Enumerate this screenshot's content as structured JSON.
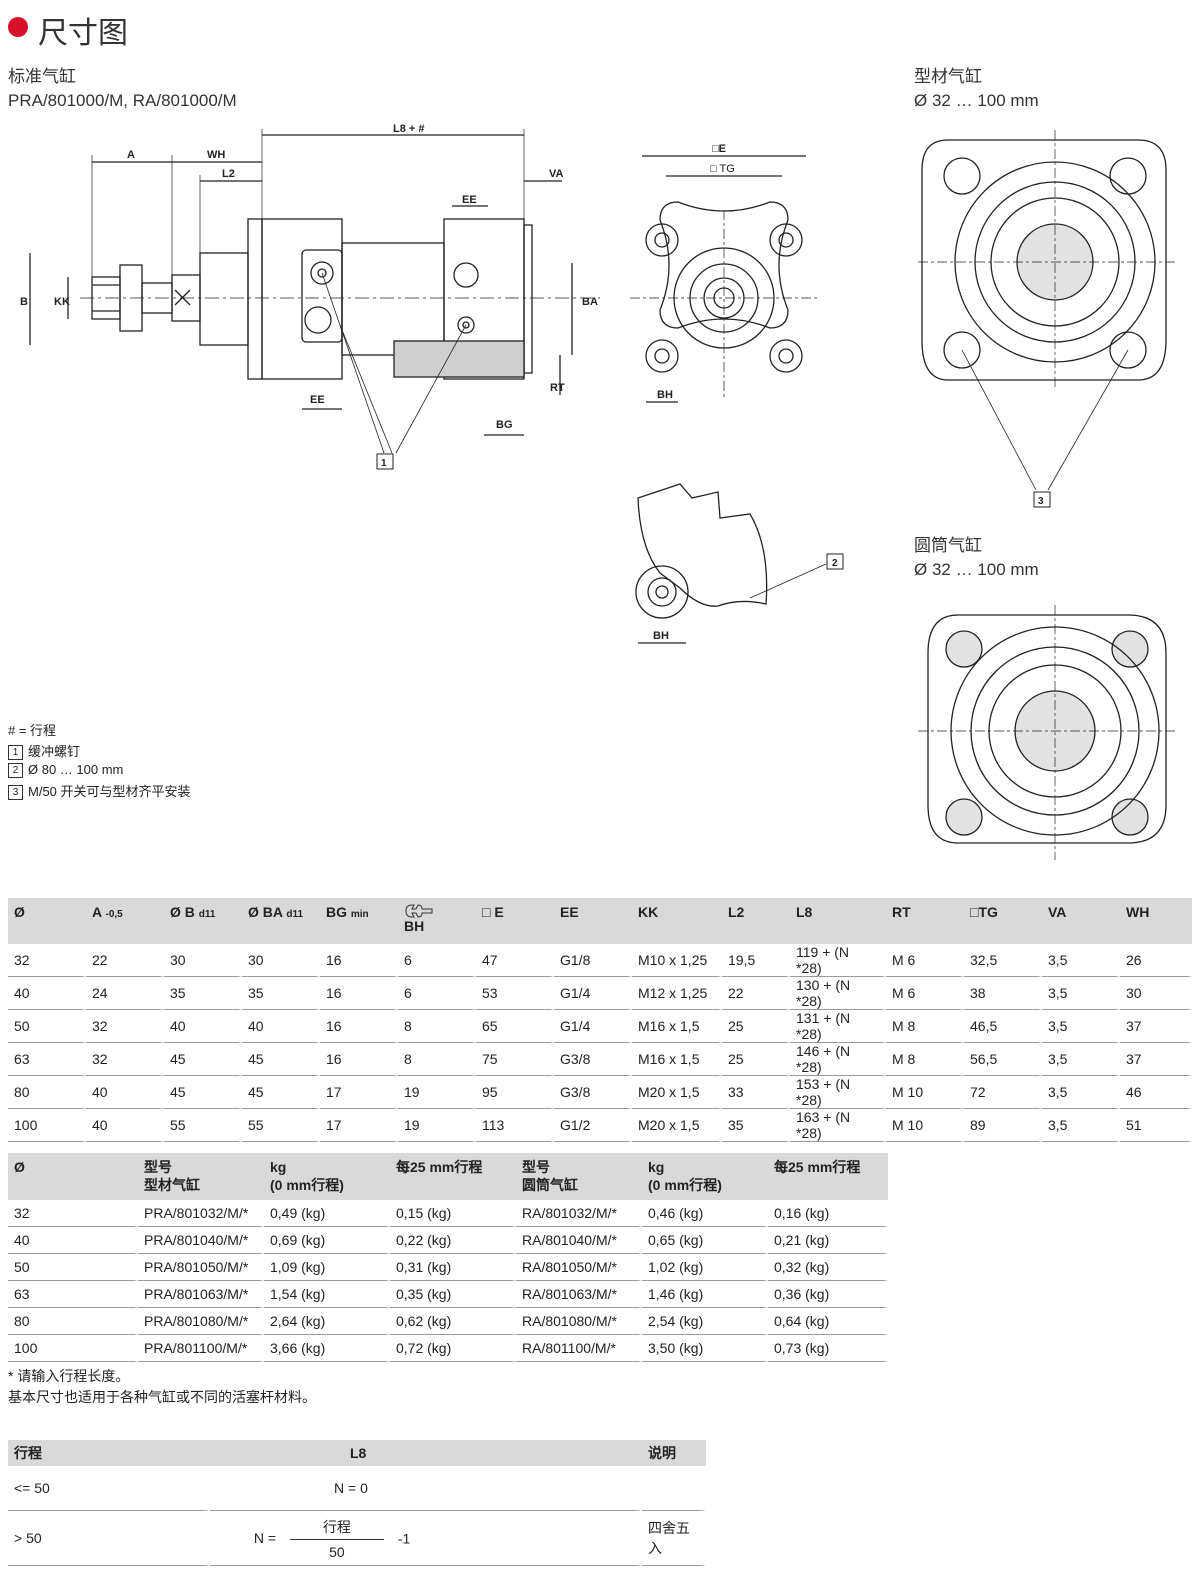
{
  "header": {
    "title": "尺寸图"
  },
  "labels": {
    "standard": "标准气缸",
    "standard_models": "PRA/801000/M, RA/801000/M",
    "profile": "型材气缸",
    "profile_range": "Ø 32 … 100 mm",
    "round": "圆筒气缸",
    "round_range": "Ø 32 … 100 mm"
  },
  "drawing_dims": {
    "a": "A",
    "wh": "WH",
    "l2": "L2",
    "l8": "L8 + #",
    "va": "VA",
    "ee_top": "EE",
    "b": "B",
    "kk": "KK",
    "ba": "BA",
    "rt": "RT",
    "ee_bottom": "EE",
    "bg": "BG",
    "e": "□E",
    "tg": "□ TG",
    "bh": "BH",
    "bh2": "BH",
    "c1": "1",
    "c2": "2",
    "c3": "3"
  },
  "legend": {
    "hash": "# = 行程",
    "n1": "1",
    "t1": "缓冲螺钉",
    "n2": "2",
    "t2": "Ø 80 … 100 mm",
    "n3": "3",
    "t3": "M/50 开关可与型材齐平安装"
  },
  "table1": {
    "headers": [
      "Ø",
      "A",
      "-0,5",
      "Ø B",
      "d11",
      "Ø BA",
      "d11",
      "BG",
      "min",
      "BH",
      "□ E",
      "EE",
      "KK",
      "L2",
      "L8",
      "RT",
      "□TG",
      "VA",
      "WH"
    ],
    "rows": [
      [
        "32",
        "22",
        "30",
        "30",
        "16",
        "6",
        "47",
        "G1/8",
        "M10 x 1,25",
        "19,5",
        "119 + (N *28)",
        "M 6",
        "32,5",
        "3,5",
        "26"
      ],
      [
        "40",
        "24",
        "35",
        "35",
        "16",
        "6",
        "53",
        "G1/4",
        "M12 x 1,25",
        "22",
        "130 + (N *28)",
        "M 6",
        "38",
        "3,5",
        "30"
      ],
      [
        "50",
        "32",
        "40",
        "40",
        "16",
        "8",
        "65",
        "G1/4",
        "M16 x 1,5",
        "25",
        "131 + (N *28)",
        "M 8",
        "46,5",
        "3,5",
        "37"
      ],
      [
        "63",
        "32",
        "45",
        "45",
        "16",
        "8",
        "75",
        "G3/8",
        "M16 x 1,5",
        "25",
        "146 + (N *28)",
        "M 8",
        "56,5",
        "3,5",
        "37"
      ],
      [
        "80",
        "40",
        "45",
        "45",
        "17",
        "19",
        "95",
        "G3/8",
        "M20 x 1,5",
        "33",
        "153 + (N *28)",
        "M 10",
        "72",
        "3,5",
        "46"
      ],
      [
        "100",
        "40",
        "55",
        "55",
        "17",
        "19",
        "113",
        "G1/2",
        "M20 x 1,5",
        "35",
        "163 + (N *28)",
        "M 10",
        "89",
        "3,5",
        "51"
      ]
    ]
  },
  "table2": {
    "headers": [
      [
        "Ø"
      ],
      [
        "型号",
        "型材气缸"
      ],
      [
        "kg",
        "(0 mm行程)"
      ],
      [
        "每25 mm行程"
      ],
      [
        "型号",
        "圆筒气缸"
      ],
      [
        "kg",
        "(0 mm行程)"
      ],
      [
        "每25 mm行程"
      ]
    ],
    "rows": [
      [
        "32",
        "PRA/801032/M/*",
        "0,49 (kg)",
        "0,15 (kg)",
        "RA/801032/M/*",
        "0,46 (kg)",
        "0,16 (kg)"
      ],
      [
        "40",
        "PRA/801040/M/*",
        "0,69 (kg)",
        "0,22 (kg)",
        "RA/801040/M/*",
        "0,65 (kg)",
        "0,21 (kg)"
      ],
      [
        "50",
        "PRA/801050/M/*",
        "1,09 (kg)",
        "0,31 (kg)",
        "RA/801050/M/*",
        "1,02 (kg)",
        "0,32 (kg)"
      ],
      [
        "63",
        "PRA/801063/M/*",
        "1,54 (kg)",
        "0,35 (kg)",
        "RA/801063/M/*",
        "1,46 (kg)",
        "0,36 (kg)"
      ],
      [
        "80",
        "PRA/801080/M/*",
        "2,64 (kg)",
        "0,62 (kg)",
        "RA/801080/M/*",
        "2,54 (kg)",
        "0,64 (kg)"
      ],
      [
        "100",
        "PRA/801100/M/*",
        "3,66 (kg)",
        "0,72 (kg)",
        "RA/801100/M/*",
        "3,50 (kg)",
        "0,73 (kg)"
      ]
    ]
  },
  "footnotes": {
    "f1": "* 请输入行程长度。",
    "f2": "基本尺寸也适用于各种气缸或不同的活塞杆材料。"
  },
  "table3": {
    "headers": [
      "行程",
      "L8",
      "说明"
    ],
    "row1": {
      "stroke": "<= 50",
      "l8": "N = 0",
      "note": ""
    },
    "row2": {
      "stroke": "> 50",
      "n_eq": "N =",
      "num": "行程",
      "den": "50",
      "minus": "-1",
      "note": "四舍五入"
    }
  }
}
